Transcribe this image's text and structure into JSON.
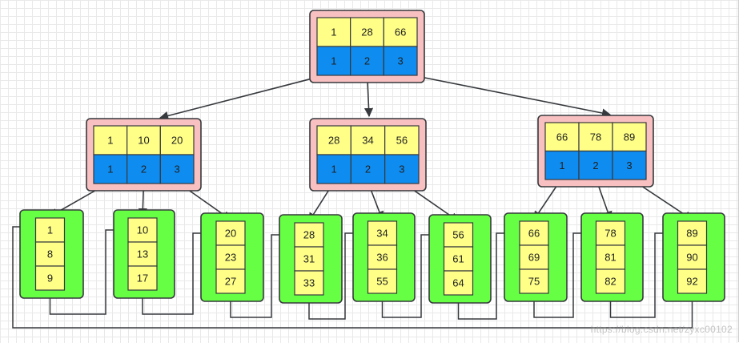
{
  "colors": {
    "key_fill": "#ffff88",
    "pointer_fill": "#0e8cf0",
    "internal_node_fill": "#f8c0c0",
    "leaf_node_fill": "#66ff44",
    "stroke": "#36393d",
    "background_grid": "#e9e9e9"
  },
  "root": {
    "keys": [
      "1",
      "28",
      "66"
    ],
    "pointers": [
      "1",
      "2",
      "3"
    ]
  },
  "internal_nodes": [
    {
      "keys": [
        "1",
        "10",
        "20"
      ],
      "pointers": [
        "1",
        "2",
        "3"
      ]
    },
    {
      "keys": [
        "28",
        "34",
        "56"
      ],
      "pointers": [
        "1",
        "2",
        "3"
      ]
    },
    {
      "keys": [
        "66",
        "78",
        "89"
      ],
      "pointers": [
        "1",
        "2",
        "3"
      ]
    }
  ],
  "leaf_nodes": [
    {
      "values": [
        "1",
        "8",
        "9"
      ]
    },
    {
      "values": [
        "10",
        "13",
        "17"
      ]
    },
    {
      "values": [
        "20",
        "23",
        "27"
      ]
    },
    {
      "values": [
        "28",
        "31",
        "33"
      ]
    },
    {
      "values": [
        "34",
        "36",
        "55"
      ]
    },
    {
      "values": [
        "56",
        "61",
        "64"
      ]
    },
    {
      "values": [
        "66",
        "69",
        "75"
      ]
    },
    {
      "values": [
        "78",
        "81",
        "82"
      ]
    },
    {
      "values": [
        "89",
        "90",
        "92"
      ]
    }
  ],
  "watermark": "https://blog.csdn.net/zyxc00102"
}
